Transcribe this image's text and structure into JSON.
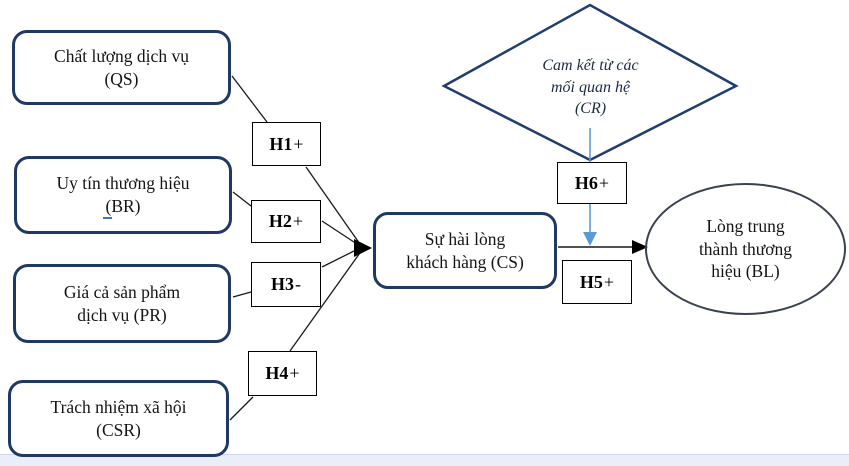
{
  "figure": {
    "type": "conceptual-research-model",
    "language": "Vietnamese"
  },
  "nodes": {
    "qs": {
      "label": "Chất lượng dịch vụ\n(QS)"
    },
    "br": {
      "label": "Uy tín thương hiệu\n(BR)"
    },
    "pr": {
      "label": "Giá cả sản phẩm\ndịch vụ (PR)"
    },
    "csr": {
      "label": "Trách nhiệm xã hội\n(CSR)"
    },
    "cs": {
      "label": "Sự hài lòng\nkhách hàng (CS)"
    },
    "cr": {
      "label": "Cam kết từ các\nmối quan hệ\n(CR)"
    },
    "bl": {
      "label": "Lòng trung\nthành thương\nhiệu (BL)"
    }
  },
  "hypotheses": [
    {
      "id": "H1",
      "sign": "+"
    },
    {
      "id": "H2",
      "sign": "+"
    },
    {
      "id": "H3",
      "sign": "-"
    },
    {
      "id": "H4",
      "sign": "+"
    },
    {
      "id": "H5",
      "sign": "+"
    },
    {
      "id": "H6",
      "sign": "+"
    }
  ],
  "colors": {
    "node_border_navy": "#1f3864",
    "diamond_stroke": "#1f3d6d",
    "ellipse_stroke": "#3a4250",
    "connector_black": "#1a1a1a",
    "moderation_arrow_blue": "#5b9bd5",
    "footer_bar": "#e9eef8"
  }
}
